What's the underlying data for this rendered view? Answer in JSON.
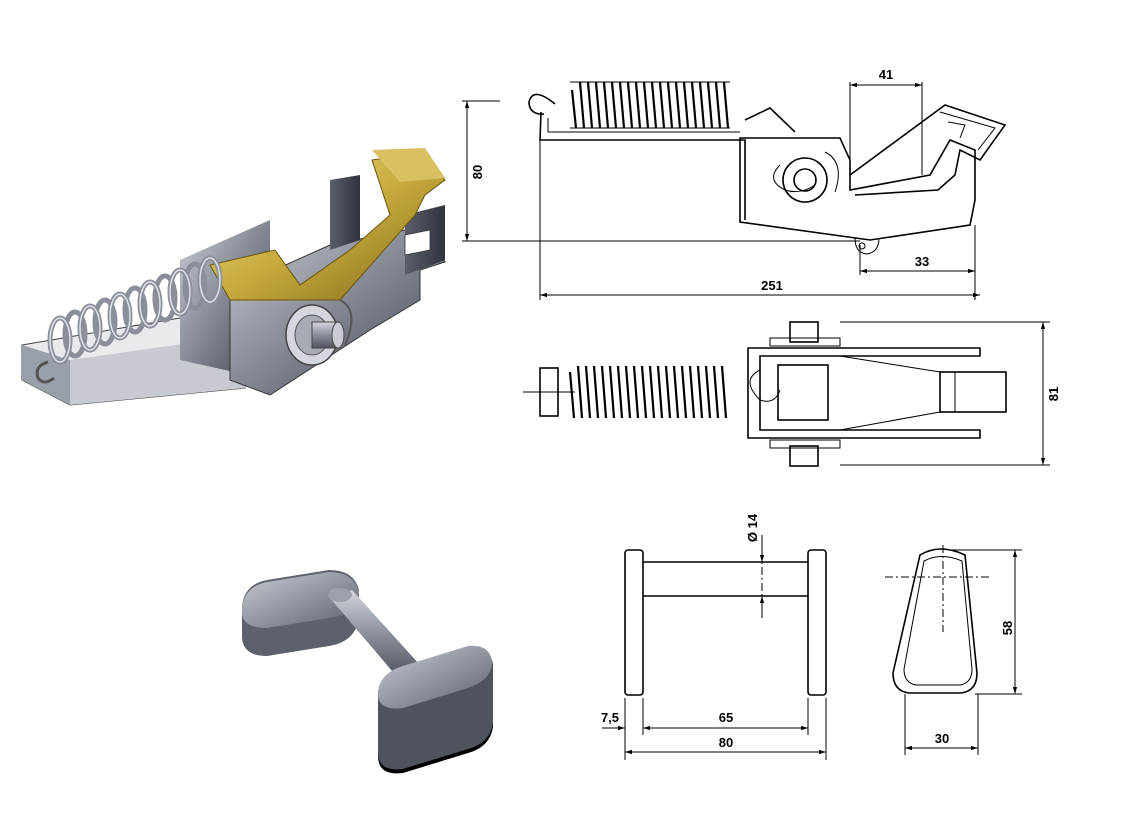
{
  "colors": {
    "background": "#ffffff",
    "line": "#000000",
    "steel_light": "#b9bcc3",
    "steel_mid": "#6f7480",
    "steel_dark": "#3c4049",
    "brass_light": "#e7d27a",
    "brass_mid": "#c9ac3e",
    "brass_dark": "#8d7420",
    "pin_light": "#c5c8cf",
    "pin_mid": "#8a8f99",
    "pin_dark": "#4f535c"
  },
  "side_view": {
    "dim_width_top": "41",
    "dim_height": "80",
    "dim_tip": "33",
    "dim_length": "251"
  },
  "top_view": {
    "dim_width": "81"
  },
  "pin_front_view": {
    "dim_diameter": "Ø 14",
    "dim_inner": "65",
    "dim_head": "7,5",
    "dim_total": "80"
  },
  "pin_side_view": {
    "dim_height": "58",
    "dim_width": "30"
  }
}
